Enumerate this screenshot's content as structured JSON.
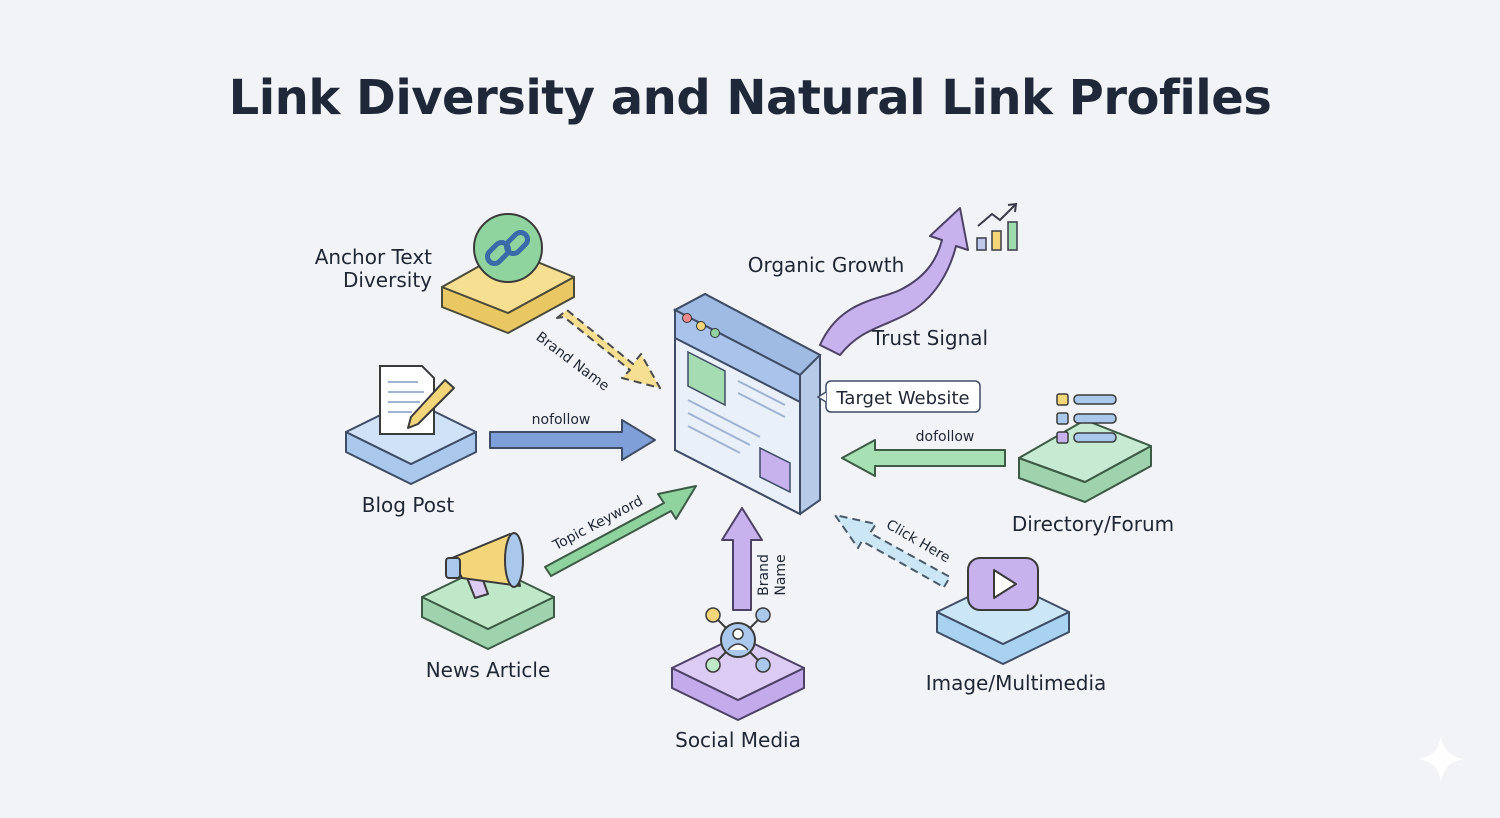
{
  "title": "Link Diversity and Natural Link Profiles",
  "nodes": {
    "anchor_text": {
      "label_line1": "Anchor Text",
      "label_line2": "Diversity",
      "icon": "chain-link-icon",
      "color": "#f7df92"
    },
    "blog_post": {
      "label": "Blog Post",
      "icon": "document-pencil-icon",
      "color": "#cfe2f7"
    },
    "news_article": {
      "label": "News Article",
      "icon": "megaphone-icon",
      "color": "#bfe8c8"
    },
    "social_media": {
      "label": "Social Media",
      "icon": "network-icon",
      "color": "#dccbf3"
    },
    "image_multimedia": {
      "label": "Image/Multimedia",
      "icon": "play-video-icon",
      "color": "#cbe6f5"
    },
    "directory_forum": {
      "label": "Directory/Forum",
      "icon": "list-icon",
      "color": "#c6ead2"
    },
    "target_website": {
      "label": "Target Website",
      "icon": "browser-window-icon",
      "color": "#dce8f7"
    }
  },
  "arrows": {
    "brand_name_top": "Brand Name",
    "nofollow": "nofollow",
    "topic_keyword": "Topic Keyword",
    "brand_name_bottom_line1": "Brand",
    "brand_name_bottom_line2": "Name",
    "click_here": "Click Here",
    "dofollow": "dofollow"
  },
  "growth": {
    "organic_growth": "Organic Growth",
    "trust_signal": "Trust Signal",
    "icon": "bar-chart-trend-icon"
  },
  "colors": {
    "yellow": "#f5d77a",
    "blue": "#7f9fd8",
    "green": "#8fd39f",
    "purple": "#b99de6",
    "light_blue": "#a9d2f0"
  }
}
